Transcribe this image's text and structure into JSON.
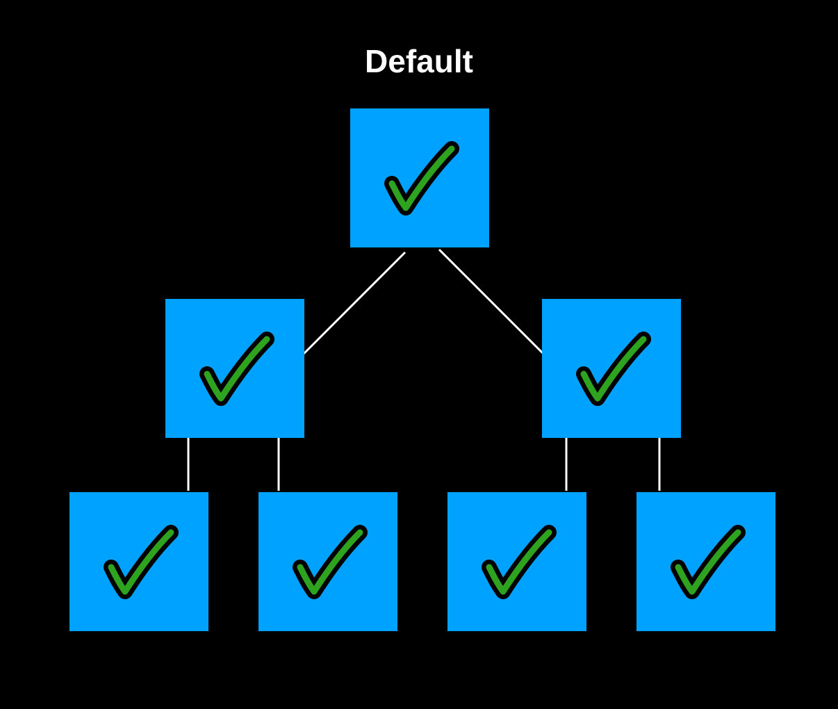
{
  "title": "Default",
  "colors": {
    "background": "#000000",
    "node_fill": "#00a2ff",
    "connector": "#ffffff",
    "check_fill": "#2da31f",
    "check_outline": "#000000"
  },
  "tree": {
    "id": "root",
    "icon": "checkmark-icon",
    "children": [
      {
        "id": "left",
        "icon": "checkmark-icon",
        "children": [
          {
            "id": "left-left",
            "icon": "checkmark-icon",
            "children": []
          },
          {
            "id": "left-right",
            "icon": "checkmark-icon",
            "children": []
          }
        ]
      },
      {
        "id": "right",
        "icon": "checkmark-icon",
        "children": [
          {
            "id": "right-left",
            "icon": "checkmark-icon",
            "children": []
          },
          {
            "id": "right-right",
            "icon": "checkmark-icon",
            "children": []
          }
        ]
      }
    ]
  }
}
